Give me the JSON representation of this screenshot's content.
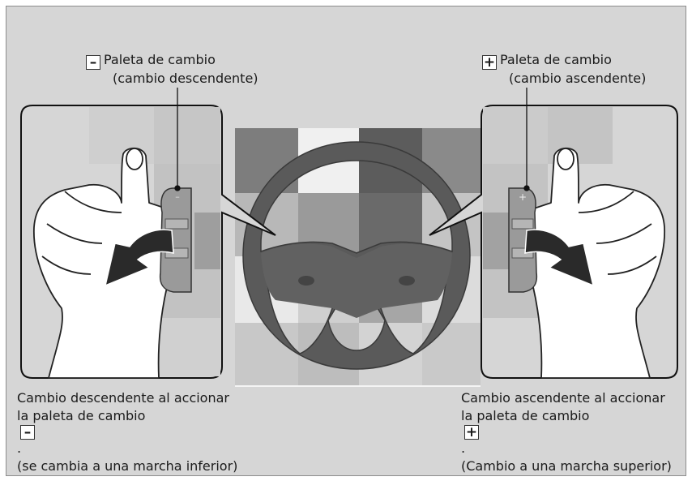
{
  "labels": {
    "minus_key": "–",
    "plus_key": "+",
    "downshift_paddle": {
      "line1": "Paleta de cambio",
      "line2": "(cambio descendente)"
    },
    "upshift_paddle": {
      "line1": "Paleta de cambio",
      "line2": "(cambio ascendente)"
    }
  },
  "captions": {
    "left": {
      "line1": "Cambio descendente al accionar",
      "line2": "la paleta de cambio",
      "line2_end": ".",
      "line3": "(se cambia a una marcha inferior)"
    },
    "right": {
      "line1": "Cambio ascendente al accionar",
      "line2": "la paleta de cambio",
      "line2_end": ".",
      "line3": "(Cambio a una marcha superior)"
    }
  },
  "colors": {
    "background": "#d6d6d6",
    "wheel": "#5a5a5a",
    "arrow": "#2a2a2a",
    "hand_outline": "#222222"
  },
  "icons": [
    "steering-wheel-icon",
    "hand-icon",
    "arrow-icon",
    "paddle-icon"
  ]
}
